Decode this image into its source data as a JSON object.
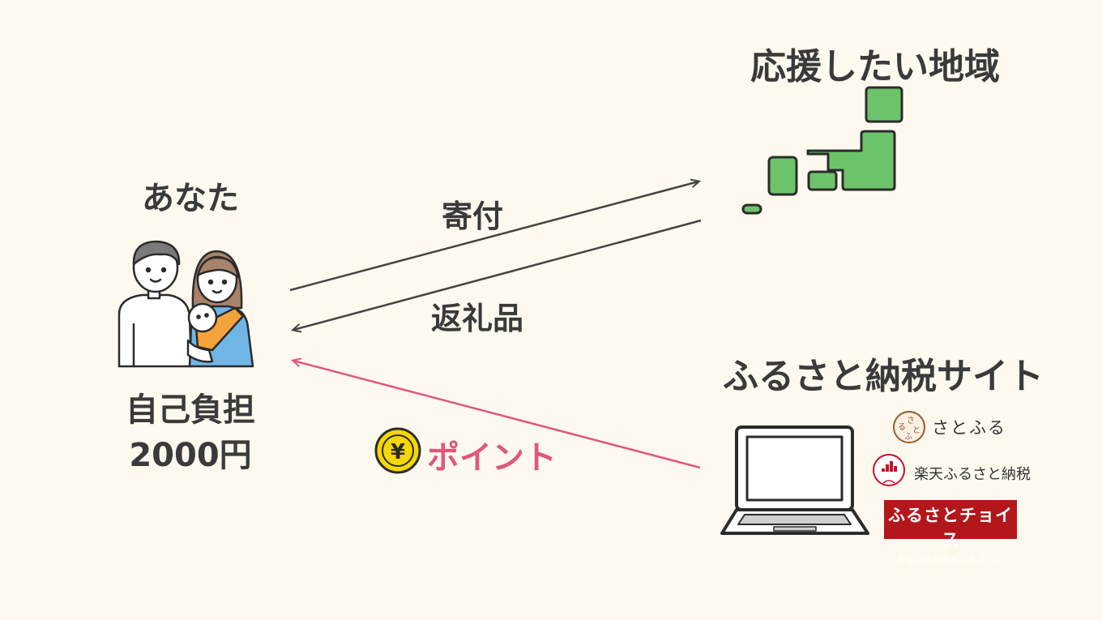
{
  "you": {
    "title": "あなた",
    "burden_line1": "自己負担",
    "burden_line2": "2000円"
  },
  "region": {
    "title": "応援したい地域"
  },
  "site": {
    "title": "ふるさと納税サイト"
  },
  "arrows": {
    "donation": "寄付",
    "return_gift": "返礼品",
    "point": "ポイント",
    "yen_symbol": "¥"
  },
  "brands": {
    "satofull": {
      "name": "さとふる",
      "logo_chars": [
        "さ",
        "と",
        "る",
        "ふ"
      ]
    },
    "rakuten": {
      "name": "楽天ふるさと納税"
    },
    "choice": {
      "name": "ふるさとチョイス",
      "tagline": "あなたの意思をふるさとに"
    }
  },
  "colors": {
    "background": "#fdf9ef",
    "map_green": "#6cc46a",
    "arrow_dark": "#444444",
    "arrow_pink": "#e0577a",
    "coin_yellow": "#f5d800",
    "brand_red": "#b3161b",
    "satofull_brown": "#9a5a2c"
  }
}
